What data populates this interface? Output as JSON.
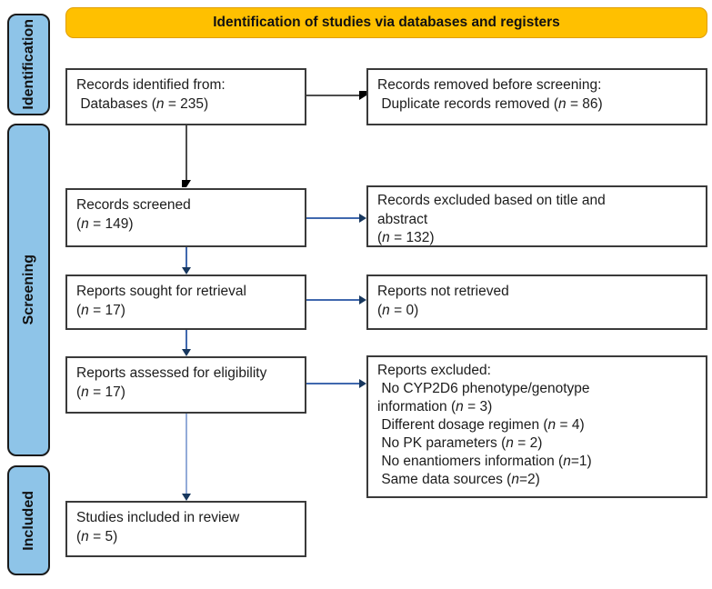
{
  "banner": {
    "title": "Identification of studies via databases and registers"
  },
  "stages": [
    {
      "label": "Identification"
    },
    {
      "label": "Screening"
    },
    {
      "label": "Included"
    }
  ],
  "boxes": {
    "records_identified": {
      "lines": [
        "Records identified from:",
        " Databases (n = 235)"
      ]
    },
    "records_removed": {
      "lines": [
        "Records removed before screening:",
        " Duplicate records removed (n = 86)"
      ]
    },
    "records_screened": {
      "lines": [
        "Records screened",
        "(n = 149)"
      ]
    },
    "records_excluded": {
      "lines": [
        "Records excluded based on title and",
        "abstract",
        "(n = 132)"
      ]
    },
    "reports_sought": {
      "lines": [
        "Reports sought for retrieval",
        "(n = 17)"
      ]
    },
    "reports_not_retrieved": {
      "lines": [
        "Reports not retrieved",
        "(n = 0)"
      ]
    },
    "reports_assessed": {
      "lines": [
        "Reports assessed for eligibility",
        "(n = 17)"
      ]
    },
    "reports_excluded": {
      "lines": [
        "Reports excluded:",
        " No CYP2D6 phenotype/genotype",
        "information (n = 3)",
        " Different dosage regimen (n = 4)",
        " No PK parameters (n = 2)",
        " No enantiomers information (n=1)",
        " Same data sources (n=2)"
      ]
    },
    "studies_included": {
      "lines": [
        "Studies included in review",
        "(n = 5)"
      ]
    }
  },
  "colors": {
    "banner_bg": "#FFC000",
    "stage_bg": "#8EC4E8",
    "arrow_black": "#000000",
    "arrow_blue": "#4068AE",
    "arrow_blue_head": "#17375E"
  }
}
